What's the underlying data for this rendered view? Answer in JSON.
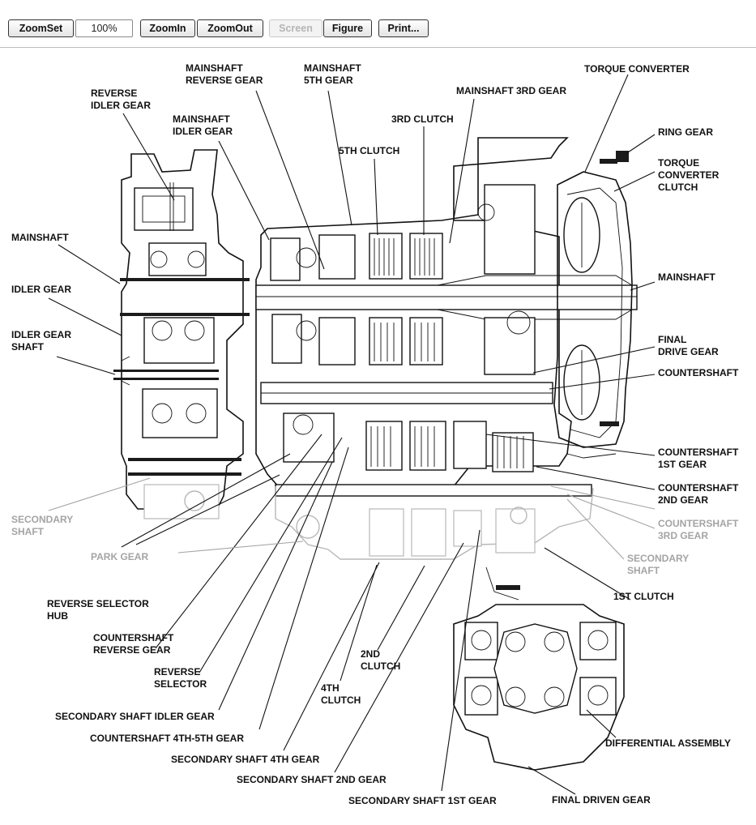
{
  "toolbar": {
    "zoomset": "ZoomSet",
    "zoom_value": "100%",
    "zoomin": "ZoomIn",
    "zoomout": "ZoomOut",
    "screen": "Screen",
    "figure": "Figure",
    "print": "Print..."
  },
  "labels": {
    "reverse_idler_gear": [
      "REVERSE",
      "IDLER GEAR"
    ],
    "mainshaft_reverse_gear": [
      "MAINSHAFT",
      "REVERSE GEAR"
    ],
    "mainshaft_idler_gear": [
      "MAINSHAFT",
      "IDLER GEAR"
    ],
    "mainshaft_5th_gear": [
      "MAINSHAFT",
      "5TH GEAR"
    ],
    "mainshaft_3rd_gear": "MAINSHAFT 3RD GEAR",
    "third_clutch": "3RD CLUTCH",
    "fifth_clutch": "5TH CLUTCH",
    "torque_converter": "TORQUE CONVERTER",
    "ring_gear": "RING GEAR",
    "torque_converter_clutch": [
      "TORQUE",
      "CONVERTER",
      "CLUTCH"
    ],
    "mainshaft_left": "MAINSHAFT",
    "idler_gear": "IDLER GEAR",
    "idler_gear_shaft": [
      "IDLER GEAR",
      "SHAFT"
    ],
    "mainshaft_right": "MAINSHAFT",
    "final_drive_gear": [
      "FINAL",
      "DRIVE GEAR"
    ],
    "countershaft": "COUNTERSHAFT",
    "countershaft_1st_gear": [
      "COUNTERSHAFT",
      "1ST GEAR"
    ],
    "countershaft_2nd_gear": [
      "COUNTERSHAFT",
      "2ND GEAR"
    ],
    "countershaft_3rd_gear": [
      "COUNTERSHAFT",
      "3RD GEAR"
    ],
    "secondary_shaft_left": [
      "SECONDARY",
      "SHAFT"
    ],
    "park_gear": "PARK GEAR",
    "secondary_shaft_right": [
      "SECONDARY",
      "SHAFT"
    ],
    "first_clutch": "1ST CLUTCH",
    "reverse_selector_hub": [
      "REVERSE SELECTOR",
      "HUB"
    ],
    "countershaft_reverse_gear": [
      "COUNTERSHAFT",
      "REVERSE GEAR"
    ],
    "reverse_selector": [
      "REVERSE",
      "SELECTOR"
    ],
    "second_clutch": [
      "2ND",
      "CLUTCH"
    ],
    "fourth_clutch": [
      "4TH",
      "CLUTCH"
    ],
    "secondary_shaft_idler_gear": "SECONDARY SHAFT IDLER GEAR",
    "countershaft_4th_5th_gear": "COUNTERSHAFT 4TH-5TH GEAR",
    "secondary_shaft_4th_gear": "SECONDARY SHAFT 4TH GEAR",
    "secondary_shaft_2nd_gear": "SECONDARY SHAFT 2ND GEAR",
    "secondary_shaft_1st_gear": "SECONDARY SHAFT 1ST GEAR",
    "differential_assembly": "DIFFERENTIAL ASSEMBLY",
    "final_driven_gear": "FINAL DRIVEN GEAR"
  }
}
